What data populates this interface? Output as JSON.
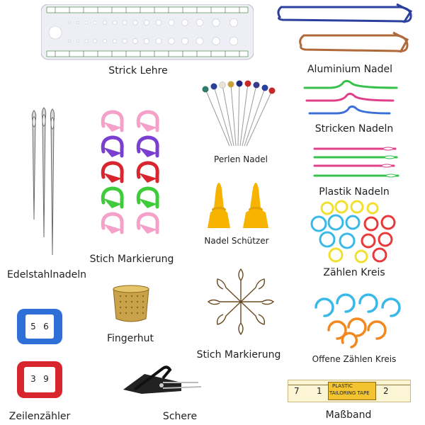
{
  "labels": {
    "strick_lehre": "Strick Lehre",
    "aluminium_nadel": "Aluminium Nadel",
    "perlen_nadel": "Perlen Nadel",
    "stricken_nadeln": "Stricken Nadeln",
    "plastik_nadeln": "Plastik Nadeln",
    "stich_markierung_1": "Stich Markierung",
    "nadel_schuetzer": "Nadel Schützer",
    "edelstahlnadeln": "Edelstahlnadeln",
    "zaehlen_kreis": "Zählen Kreis",
    "fingerhut": "Fingerhut",
    "stich_markierung_2": "Stich Markierung",
    "offene_zaehlen_kreis": "Offene Zählen Kreis",
    "zeilenzaehler": "Zeilenzähler",
    "schere": "Schere",
    "massband": "Maßband"
  },
  "counter_blue": {
    "left": "5",
    "right": "6"
  },
  "counter_red": {
    "left": "3",
    "right": "9"
  },
  "tape": {
    "brand_top": "PLASTIC",
    "brand_bottom": "TAILORING TAPE",
    "num_left": "7",
    "num_mid": "1",
    "num_right": "2"
  },
  "colors": {
    "gauge": "#eeeef5",
    "ruler_green": "#2e7d32",
    "blue_pin": "#2b3f9c",
    "copper_pin": "#b06a3a",
    "thimble": "#c9a24a",
    "counter_blue": "#2f6fd8",
    "counter_red": "#d8262e",
    "needle_protector": "#f6b400"
  }
}
